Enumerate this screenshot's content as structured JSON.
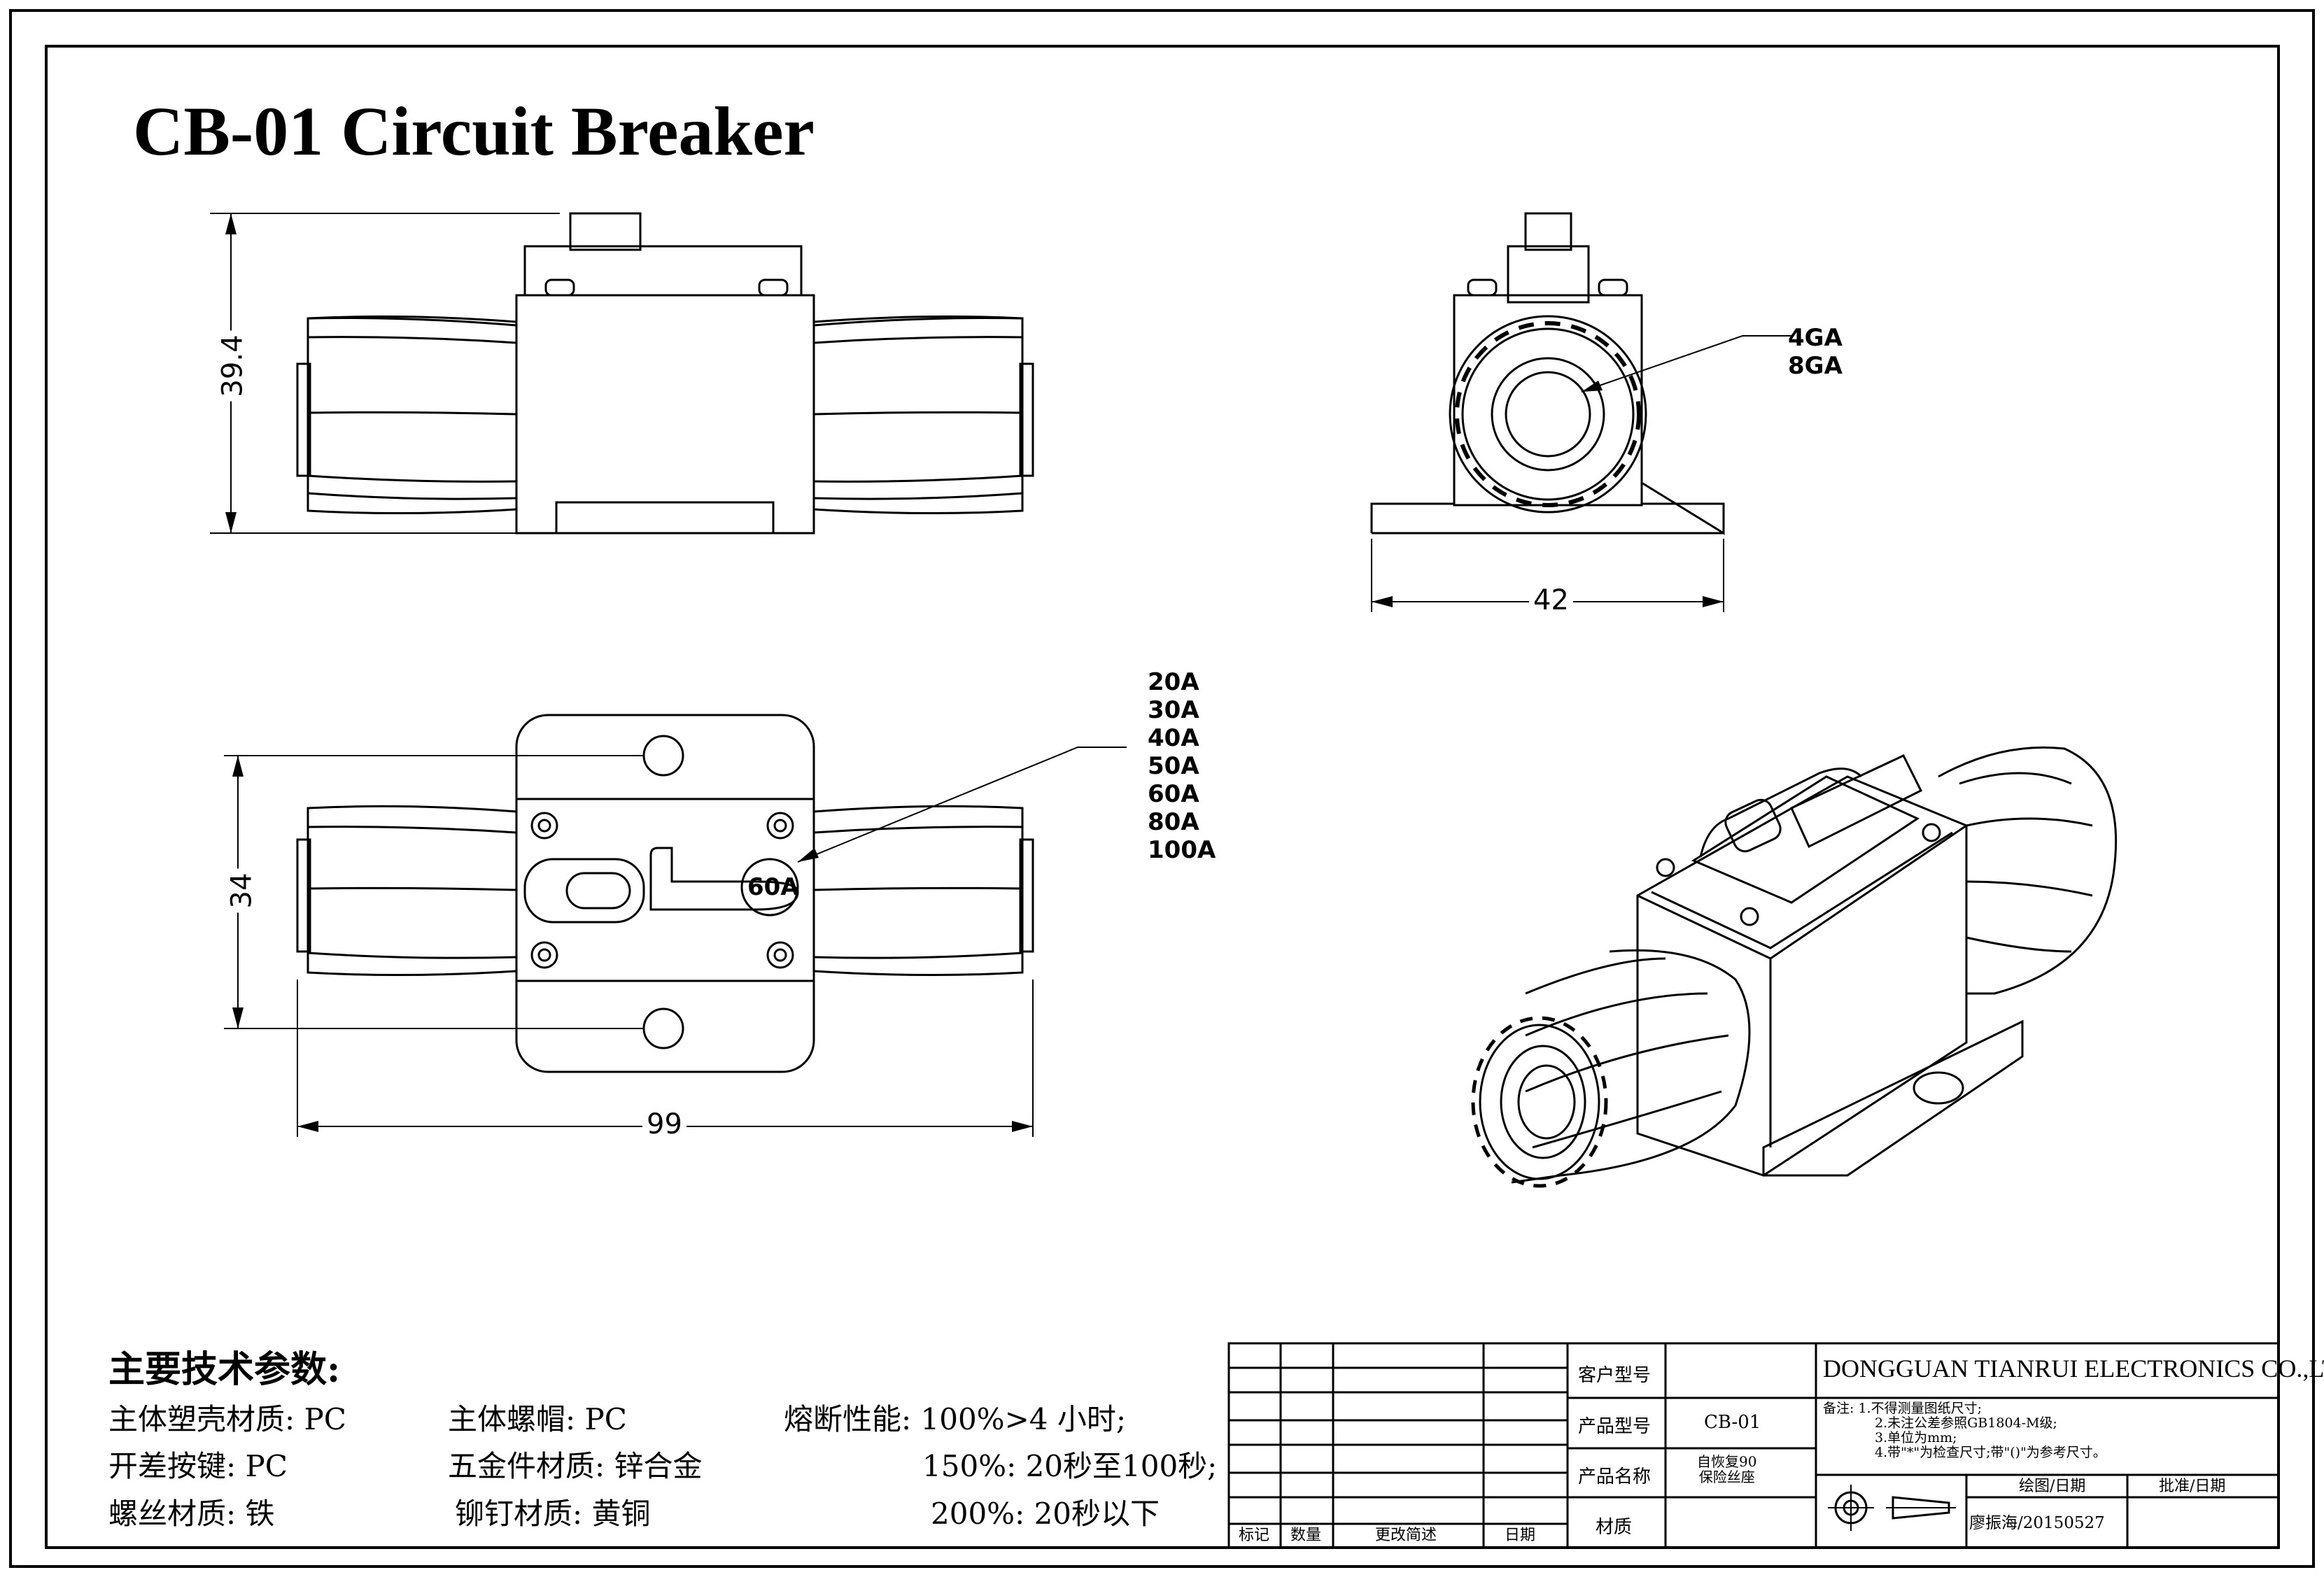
{
  "title": "CB-01 Circuit Breaker",
  "dimensions": {
    "height": "39.4",
    "width_front": "42",
    "width_top": "34",
    "length": "99"
  },
  "wire_gauges": [
    "4GA",
    "8GA"
  ],
  "current_ratings": [
    "20A",
    "30A",
    "40A",
    "50A",
    "60A",
    "80A",
    "100A"
  ],
  "button_label": "60A",
  "specs": {
    "heading": "主要技术参数:",
    "housing_material": "主体塑壳材质: PC",
    "nut_material": "主体螺帽: PC",
    "fuse_perf": "熔断性能: 100%>4 小时;",
    "switch_button": "开差按键: PC",
    "hardware_material": "五金件材质: 锌合金",
    "fuse_150": "150%: 20秒至100秒;",
    "screw_material": "螺丝材质: 铁",
    "rivet_material": "铆钉材质: 黄铜",
    "fuse_200": "200%: 20秒以下"
  },
  "title_block": {
    "customer_model_label": "客户型号",
    "product_model_label": "产品型号",
    "product_model_value": "CB-01",
    "product_name_label": "产品名称",
    "product_name_line1": "自恢复90",
    "product_name_line2": "保险丝座",
    "material_label": "材质",
    "company": "DONGGUAN TIANRUI ELECTRONICS CO.,LTD",
    "notes": [
      "备注: 1.不得测量图纸尺寸;",
      "2.未注公差参照GB1804-M级;",
      "3.单位为mm;",
      "4.带\"*\"为检查尺寸;带\"()\"为参考尺寸。"
    ],
    "drawn_date_label": "绘图/日期",
    "approve_date_label": "批准/日期",
    "drawn_by": "廖振海/20150527",
    "rev_mark": "标记",
    "rev_qty": "数量",
    "rev_desc": "更改简述",
    "rev_date": "日期"
  }
}
